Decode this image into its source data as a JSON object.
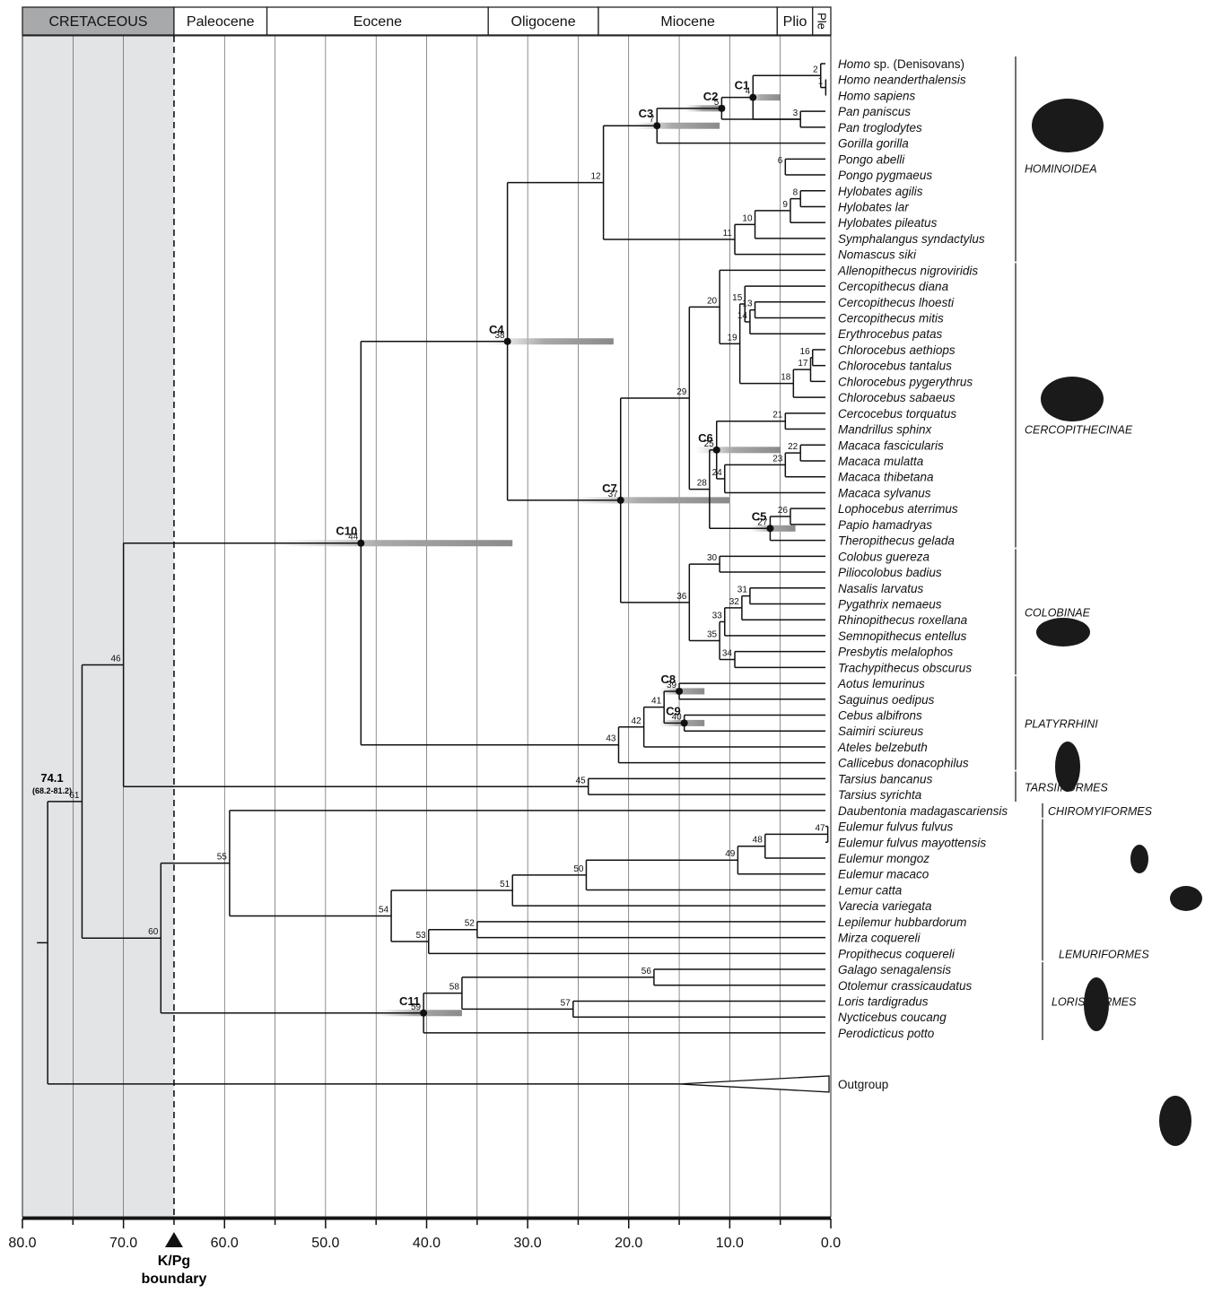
{
  "chart_data": {
    "type": "tree",
    "x_axis": {
      "range": [
        80,
        0
      ],
      "reversed": true,
      "ticks": [
        "80.0",
        "70.0",
        "60.0",
        "50.0",
        "40.0",
        "30.0",
        "20.0",
        "10.0",
        "0.0"
      ]
    },
    "boundary": {
      "age": 65,
      "label_line1": "K/Pg",
      "label_line2": "boundary"
    },
    "epochs": [
      {
        "name": "CRETACEOUS",
        "start": 80,
        "end": 65,
        "shaded": true
      },
      {
        "name": "Paleocene",
        "start": 65,
        "end": 55.8,
        "shaded": false
      },
      {
        "name": "Eocene",
        "start": 55.8,
        "end": 33.9,
        "shaded": false
      },
      {
        "name": "Oligocene",
        "start": 33.9,
        "end": 23,
        "shaded": false
      },
      {
        "name": "Miocene",
        "start": 23,
        "end": 5.3,
        "shaded": false
      },
      {
        "name": "Plio",
        "start": 5.3,
        "end": 1.8,
        "shaded": false
      },
      {
        "name": "Ple",
        "start": 1.8,
        "end": 0,
        "shaded": false,
        "vertical": true
      }
    ],
    "root": {
      "age": 74.1,
      "label": "74.1",
      "ci": "(68.2-81.2)",
      "stem_age": 77.5
    },
    "outgroup": {
      "label": "Outgroup",
      "wedge_from": 15
    },
    "taxa": [
      {
        "name": "Homo",
        "suffix": " sp. (Denisovans)"
      },
      {
        "name": "Homo neanderthalensis"
      },
      {
        "name": "Homo sapiens"
      },
      {
        "name": "Pan paniscus"
      },
      {
        "name": "Pan troglodytes"
      },
      {
        "name": "Gorilla gorilla"
      },
      {
        "name": "Pongo abelli"
      },
      {
        "name": "Pongo pygmaeus"
      },
      {
        "name": "Hylobates agilis"
      },
      {
        "name": "Hylobates lar"
      },
      {
        "name": "Hylobates pileatus"
      },
      {
        "name": "Symphalangus syndactylus"
      },
      {
        "name": "Nomascus siki"
      },
      {
        "name": "Allenopithecus nigroviridis"
      },
      {
        "name": "Cercopithecus diana"
      },
      {
        "name": "Cercopithecus lhoesti"
      },
      {
        "name": "Cercopithecus mitis"
      },
      {
        "name": "Erythrocebus patas"
      },
      {
        "name": "Chlorocebus aethiops"
      },
      {
        "name": "Chlorocebus tantalus"
      },
      {
        "name": "Chlorocebus pygerythrus"
      },
      {
        "name": "Chlorocebus sabaeus"
      },
      {
        "name": "Cercocebus torquatus"
      },
      {
        "name": "Mandrillus sphinx"
      },
      {
        "name": "Macaca fascicularis"
      },
      {
        "name": "Macaca mulatta"
      },
      {
        "name": "Macaca thibetana"
      },
      {
        "name": "Macaca sylvanus"
      },
      {
        "name": "Lophocebus aterrimus"
      },
      {
        "name": "Papio hamadryas"
      },
      {
        "name": "Theropithecus gelada"
      },
      {
        "name": "Colobus guereza"
      },
      {
        "name": "Piliocolobus badius"
      },
      {
        "name": "Nasalis larvatus"
      },
      {
        "name": "Pygathrix nemaeus"
      },
      {
        "name": "Rhinopithecus roxellana"
      },
      {
        "name": "Semnopithecus entellus"
      },
      {
        "name": "Presbytis melalophos"
      },
      {
        "name": "Trachypithecus obscurus"
      },
      {
        "name": "Aotus lemurinus"
      },
      {
        "name": "Saguinus oedipus"
      },
      {
        "name": "Cebus albifrons"
      },
      {
        "name": "Saimiri sciureus"
      },
      {
        "name": "Ateles belzebuth"
      },
      {
        "name": "Callicebus donacophilus"
      },
      {
        "name": "Tarsius bancanus"
      },
      {
        "name": "Tarsius syrichta"
      },
      {
        "name": "Daubentonia madagascariensis"
      },
      {
        "name": "Eulemur fulvus fulvus"
      },
      {
        "name": "Eulemur fulvus mayottensis"
      },
      {
        "name": "Eulemur mongoz"
      },
      {
        "name": "Eulemur macaco"
      },
      {
        "name": "Lemur catta"
      },
      {
        "name": "Varecia variegata"
      },
      {
        "name": "Lepilemur hubbardorum"
      },
      {
        "name": "Mirza coquereli"
      },
      {
        "name": "Propithecus coquereli"
      },
      {
        "name": "Galago senagalensis"
      },
      {
        "name": "Otolemur crassicaudatus"
      },
      {
        "name": "Loris tardigradus"
      },
      {
        "name": "Nycticebus coucang"
      },
      {
        "name": "Perodicticus potto"
      }
    ],
    "nodes": [
      {
        "id": "1",
        "children": [
          "t1",
          "t2"
        ],
        "age": 0.5
      },
      {
        "id": "2",
        "children": [
          "t0",
          "n1"
        ],
        "age": 1.0
      },
      {
        "id": "4",
        "children": [
          "n2",
          "n3"
        ],
        "age": 7.7,
        "calibration": "C1",
        "bar": [
          8.5,
          5.0
        ]
      },
      {
        "id": "3",
        "children": [
          "t3",
          "t4"
        ],
        "age": 3.0
      },
      {
        "id": "5",
        "children": [
          "n4",
          "n3b"
        ],
        "age": 10.8,
        "calibration": "C2",
        "bar": [
          14.5,
          10.5
        ]
      },
      {
        "id": "7",
        "children": [
          "n5",
          "t5"
        ],
        "age": 17.2,
        "calibration": "C3",
        "bar": [
          19.5,
          11.0
        ]
      },
      {
        "id": "6",
        "children": [
          "t6",
          "t7"
        ],
        "age": 4.5
      },
      {
        "id": "8",
        "children": [
          "t8",
          "t9"
        ],
        "age": 3.0
      },
      {
        "id": "9",
        "children": [
          "n8",
          "t10"
        ],
        "age": 4.0
      },
      {
        "id": "10",
        "children": [
          "n9",
          "t11"
        ],
        "age": 7.5
      },
      {
        "id": "11",
        "children": [
          "n10",
          "t12"
        ],
        "age": 9.5
      },
      {
        "id": "12",
        "children": [
          "n7b",
          "n11"
        ],
        "age": 22.5
      },
      {
        "id": "13",
        "children": [
          "t15",
          "t16"
        ],
        "age": 7.5
      },
      {
        "id": "14",
        "children": [
          "n13",
          "t17"
        ],
        "age": 8.0
      },
      {
        "id": "15",
        "children": [
          "t14",
          "n14"
        ],
        "age": 8.5
      },
      {
        "id": "16",
        "children": [
          "t18",
          "t19"
        ],
        "age": 1.8
      },
      {
        "id": "17",
        "children": [
          "n16",
          "t20"
        ],
        "age": 2.0
      },
      {
        "id": "18",
        "children": [
          "n17",
          "t21"
        ],
        "age": 3.7
      },
      {
        "id": "19",
        "children": [
          "n15",
          "n18"
        ],
        "age": 9.0
      },
      {
        "id": "20",
        "children": [
          "t13",
          "n19"
        ],
        "age": 11.0
      },
      {
        "id": "21",
        "children": [
          "t22",
          "t23"
        ],
        "age": 4.5
      },
      {
        "id": "22",
        "children": [
          "t24",
          "t25"
        ],
        "age": 3.0
      },
      {
        "id": "23",
        "children": [
          "n22",
          "t26"
        ],
        "age": 4.5
      },
      {
        "id": "24",
        "children": [
          "n23",
          "t27"
        ],
        "age": 10.5
      },
      {
        "id": "25",
        "children": [
          "n21",
          "n24"
        ],
        "age": 11.3,
        "calibration": "C6",
        "bar": [
          13.5,
          5.0
        ]
      },
      {
        "id": "26",
        "children": [
          "t28",
          "t29"
        ],
        "age": 4.0
      },
      {
        "id": "27",
        "children": [
          "n26",
          "t30"
        ],
        "age": 6.0,
        "calibration": "C5",
        "bar": [
          8.0,
          3.5
        ]
      },
      {
        "id": "28",
        "children": [
          "n25",
          "n27"
        ],
        "age": 12.0
      },
      {
        "id": "29",
        "children": [
          "n20",
          "n28"
        ],
        "age": 14.0
      },
      {
        "id": "30",
        "children": [
          "t31",
          "t32"
        ],
        "age": 11.0
      },
      {
        "id": "31",
        "children": [
          "t33",
          "t34"
        ],
        "age": 8.0
      },
      {
        "id": "32",
        "children": [
          "n31",
          "t35"
        ],
        "age": 8.8
      },
      {
        "id": "33",
        "children": [
          "n32",
          "t36"
        ],
        "age": 10.5
      },
      {
        "id": "34",
        "children": [
          "t37",
          "t38"
        ],
        "age": 9.5
      },
      {
        "id": "35",
        "children": [
          "n33",
          "n34"
        ],
        "age": 11.0
      },
      {
        "id": "36",
        "children": [
          "n30",
          "n35"
        ],
        "age": 14.0
      },
      {
        "id": "37",
        "children": [
          "n29",
          "n36"
        ],
        "age": 20.8,
        "calibration": "C7",
        "bar": [
          26.0,
          10.0
        ]
      },
      {
        "id": "38",
        "children": [
          "n12",
          "n37"
        ],
        "age": 32.0,
        "calibration": "C4",
        "bar": [
          34.0,
          21.5
        ]
      },
      {
        "id": "39",
        "children": [
          "t39",
          "t40"
        ],
        "age": 15.0,
        "calibration": "C8",
        "bar": [
          17.0,
          12.5
        ]
      },
      {
        "id": "40",
        "children": [
          "t41",
          "t42"
        ],
        "age": 14.5,
        "calibration": "C9",
        "bar": [
          17.0,
          12.5
        ]
      },
      {
        "id": "41",
        "children": [
          "n39",
          "n40"
        ],
        "age": 16.5
      },
      {
        "id": "42",
        "children": [
          "n41",
          "t43"
        ],
        "age": 18.5
      },
      {
        "id": "43",
        "children": [
          "n42",
          "t44"
        ],
        "age": 21.0
      },
      {
        "id": "44",
        "children": [
          "n38",
          "n43"
        ],
        "age": 46.5,
        "calibration": "C10",
        "bar": [
          55.0,
          31.5
        ]
      },
      {
        "id": "45",
        "children": [
          "t45",
          "t46"
        ],
        "age": 24.0
      },
      {
        "id": "46",
        "children": [
          "n44",
          "n45"
        ],
        "age": 70.0
      },
      {
        "id": "47",
        "children": [
          "t48",
          "t49"
        ],
        "age": 0.3
      },
      {
        "id": "48",
        "children": [
          "n47",
          "t50"
        ],
        "age": 6.5
      },
      {
        "id": "49",
        "children": [
          "n48",
          "t51"
        ],
        "age": 9.2
      },
      {
        "id": "50",
        "children": [
          "n49",
          "t52"
        ],
        "age": 24.2
      },
      {
        "id": "51",
        "children": [
          "n50",
          "t53"
        ],
        "age": 31.5
      },
      {
        "id": "52",
        "children": [
          "t54",
          "t55"
        ],
        "age": 35.0
      },
      {
        "id": "53",
        "children": [
          "n52",
          "t56"
        ],
        "age": 39.8
      },
      {
        "id": "54",
        "children": [
          "n51",
          "n53"
        ],
        "age": 43.5
      },
      {
        "id": "55",
        "children": [
          "t47",
          "n54"
        ],
        "age": 59.5
      },
      {
        "id": "56",
        "children": [
          "t57",
          "t58"
        ],
        "age": 17.5
      },
      {
        "id": "57",
        "children": [
          "t59",
          "t60"
        ],
        "age": 25.5
      },
      {
        "id": "58",
        "children": [
          "n56",
          "n57"
        ],
        "age": 36.5
      },
      {
        "id": "59",
        "children": [
          "n58",
          "t61"
        ],
        "age": 40.3,
        "calibration": "C11",
        "bar": [
          45.0,
          36.5
        ]
      },
      {
        "id": "60",
        "children": [
          "n55",
          "n59"
        ],
        "age": 66.3
      },
      {
        "id": "61",
        "children": [
          "n46",
          "n60"
        ],
        "age": 74.1
      }
    ],
    "clades": [
      {
        "name": "HOMINOIDEA",
        "taxa": [
          0,
          12
        ]
      },
      {
        "name": "CERCOPITHECINAE",
        "taxa": [
          13,
          30
        ]
      },
      {
        "name": "COLOBINAE",
        "taxa": [
          31,
          38
        ]
      },
      {
        "name": "PLATYRRHINI",
        "taxa": [
          39,
          44
        ]
      },
      {
        "name": "TARSIIFORMES",
        "taxa": [
          45,
          46
        ]
      },
      {
        "name": "CHIROMYIFORMES",
        "taxa": [
          47,
          47
        ]
      },
      {
        "name": "LEMURIFORMES",
        "taxa": [
          48,
          56
        ]
      },
      {
        "name": "LORISIFORMES",
        "taxa": [
          57,
          61
        ]
      }
    ],
    "colors": {
      "line": "#111111",
      "shade": "#e3e4e6",
      "bar": "#8d8d8d",
      "bar_light": "#bdbdbd",
      "header_fill": "#a8a9ab"
    }
  }
}
